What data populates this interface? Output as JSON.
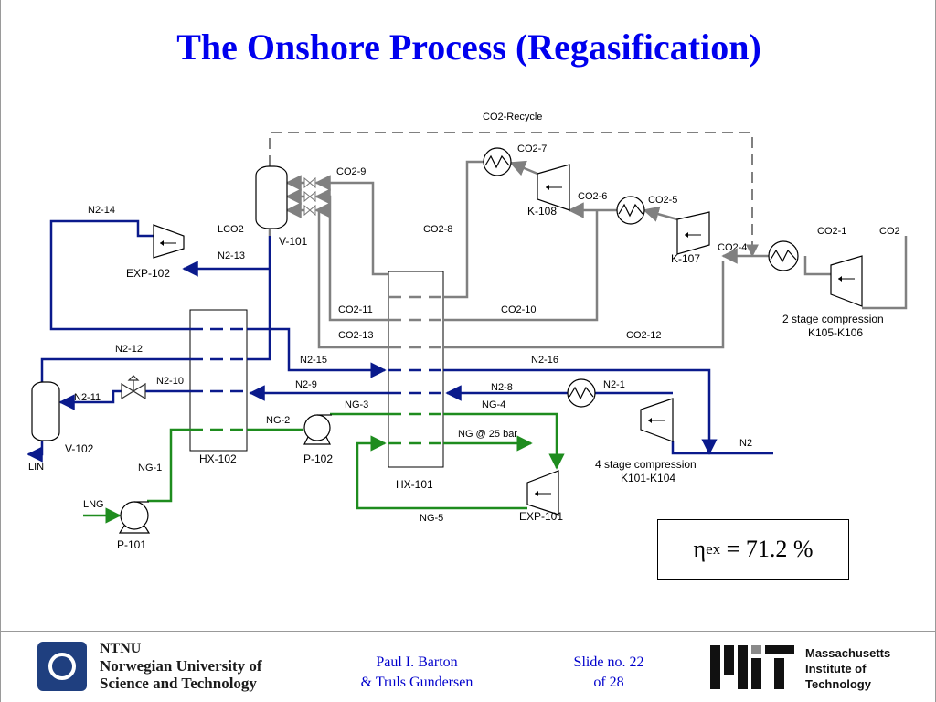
{
  "slide": {
    "title": "The Onshore Process (Regasification)"
  },
  "streams": {
    "co2_recycle": "CO2-Recycle",
    "co2_7": "CO2-7",
    "co2_9": "CO2-9",
    "co2_6": "CO2-6",
    "co2_5": "CO2-5",
    "co2_8": "CO2-8",
    "co2_1": "CO2-1",
    "co2": "CO2",
    "co2_4": "CO2-4",
    "co2_11": "CO2-11",
    "co2_10": "CO2-10",
    "co2_13": "CO2-13",
    "co2_12": "CO2-12",
    "lco2": "LCO2",
    "n2_14": "N2-14",
    "n2_13": "N2-13",
    "n2_12": "N2-12",
    "n2_15": "N2-15",
    "n2_16": "N2-16",
    "n2_10": "N2-10",
    "n2_11": "N2-11",
    "n2_9": "N2-9",
    "n2_8": "N2-8",
    "n2_1": "N2-1",
    "n2": "N2",
    "ng_2": "NG-2",
    "ng_3": "NG-3",
    "ng_4": "NG-4",
    "ng_1": "NG-1",
    "ng_5": "NG-5",
    "ng_25bar": "NG @ 25 bar",
    "lng": "LNG",
    "lin": "LIN"
  },
  "equipment": {
    "v101": "V-101",
    "v102": "V-102",
    "k108": "K-108",
    "k107": "K-107",
    "exp102": "EXP-102",
    "exp101": "EXP-101",
    "hx102": "HX-102",
    "hx101": "HX-101",
    "p102": "P-102",
    "p101": "P-101",
    "co2_comp_line1": "2 stage compression",
    "co2_comp_line2": "K105-K106",
    "n2_comp_line1": "4 stage compression",
    "n2_comp_line2": "K101-K104"
  },
  "result": {
    "eta_symbol": "η",
    "eta_sub": "ex",
    "eta_value": " = 71.2 %"
  },
  "footer": {
    "ntnu_abbr": "NTNU",
    "ntnu_line1": "Norwegian University of",
    "ntnu_line2": "Science and Technology",
    "author_line1": "Paul I. Barton",
    "author_line2": "& Truls Gundersen",
    "slide_line1": "Slide no. 22",
    "slide_line2": "of 28",
    "mit_line1": "Massachusetts",
    "mit_line2": "Institute of",
    "mit_line3": "Technology"
  },
  "colors": {
    "title": "#0000ee",
    "co2_line": "#808080",
    "n2_line": "#0a1a8c",
    "ng_line": "#1e8c1e",
    "footer_text": "#0000cc"
  }
}
